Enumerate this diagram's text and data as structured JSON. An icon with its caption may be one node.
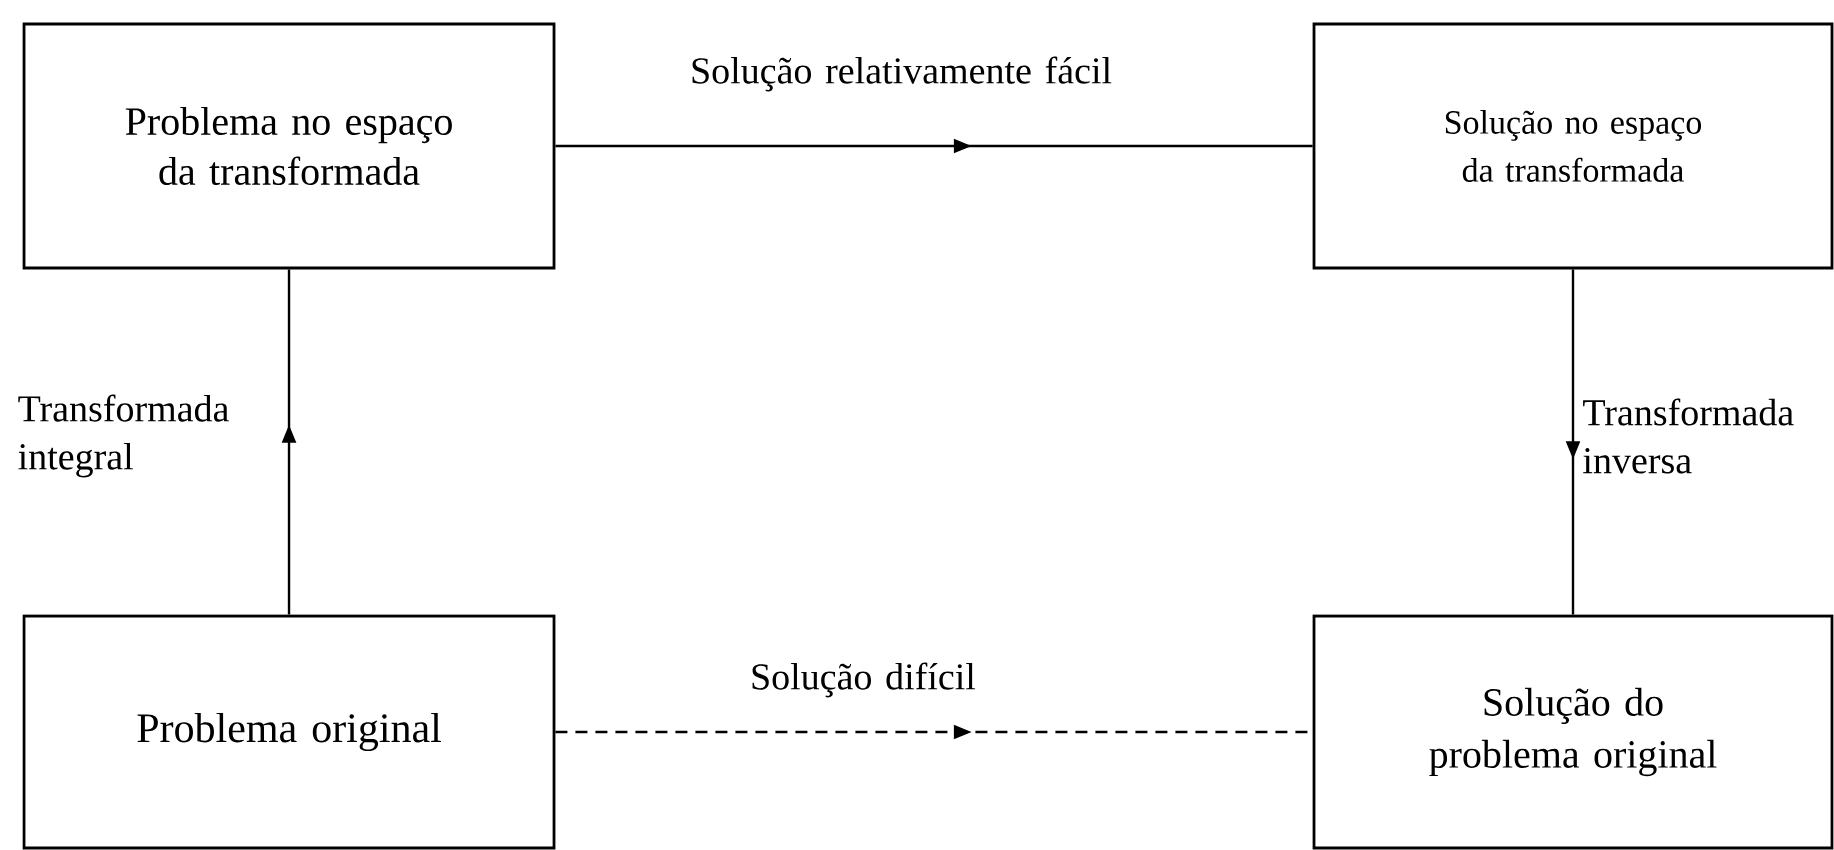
{
  "diagram": {
    "nodes": [
      {
        "text": [
          "Problema no espaço da transformada"
        ]
      },
      {
        "text": [
          "Solução no espaço da transformada"
        ]
      },
      {
        "text": [
          "Problema original"
        ]
      },
      {
        "text": [
          "Solução do problema original"
        ]
      }
    ],
    "edges": [
      {
        "from": 0,
        "to": 1,
        "arrow": "to",
        "label": "Solução relativamente fácil"
      },
      {
        "from": 2,
        "to": 0,
        "arrow": "to",
        "label": "Transformada integral"
      },
      {
        "from": 1,
        "to": 3,
        "arrow": "to",
        "label": "Transformada inversa"
      },
      {
        "from": 2,
        "to": 3,
        "arrow": "to",
        "label": "Solução difícil",
        "style": "dashed"
      }
    ]
  }
}
